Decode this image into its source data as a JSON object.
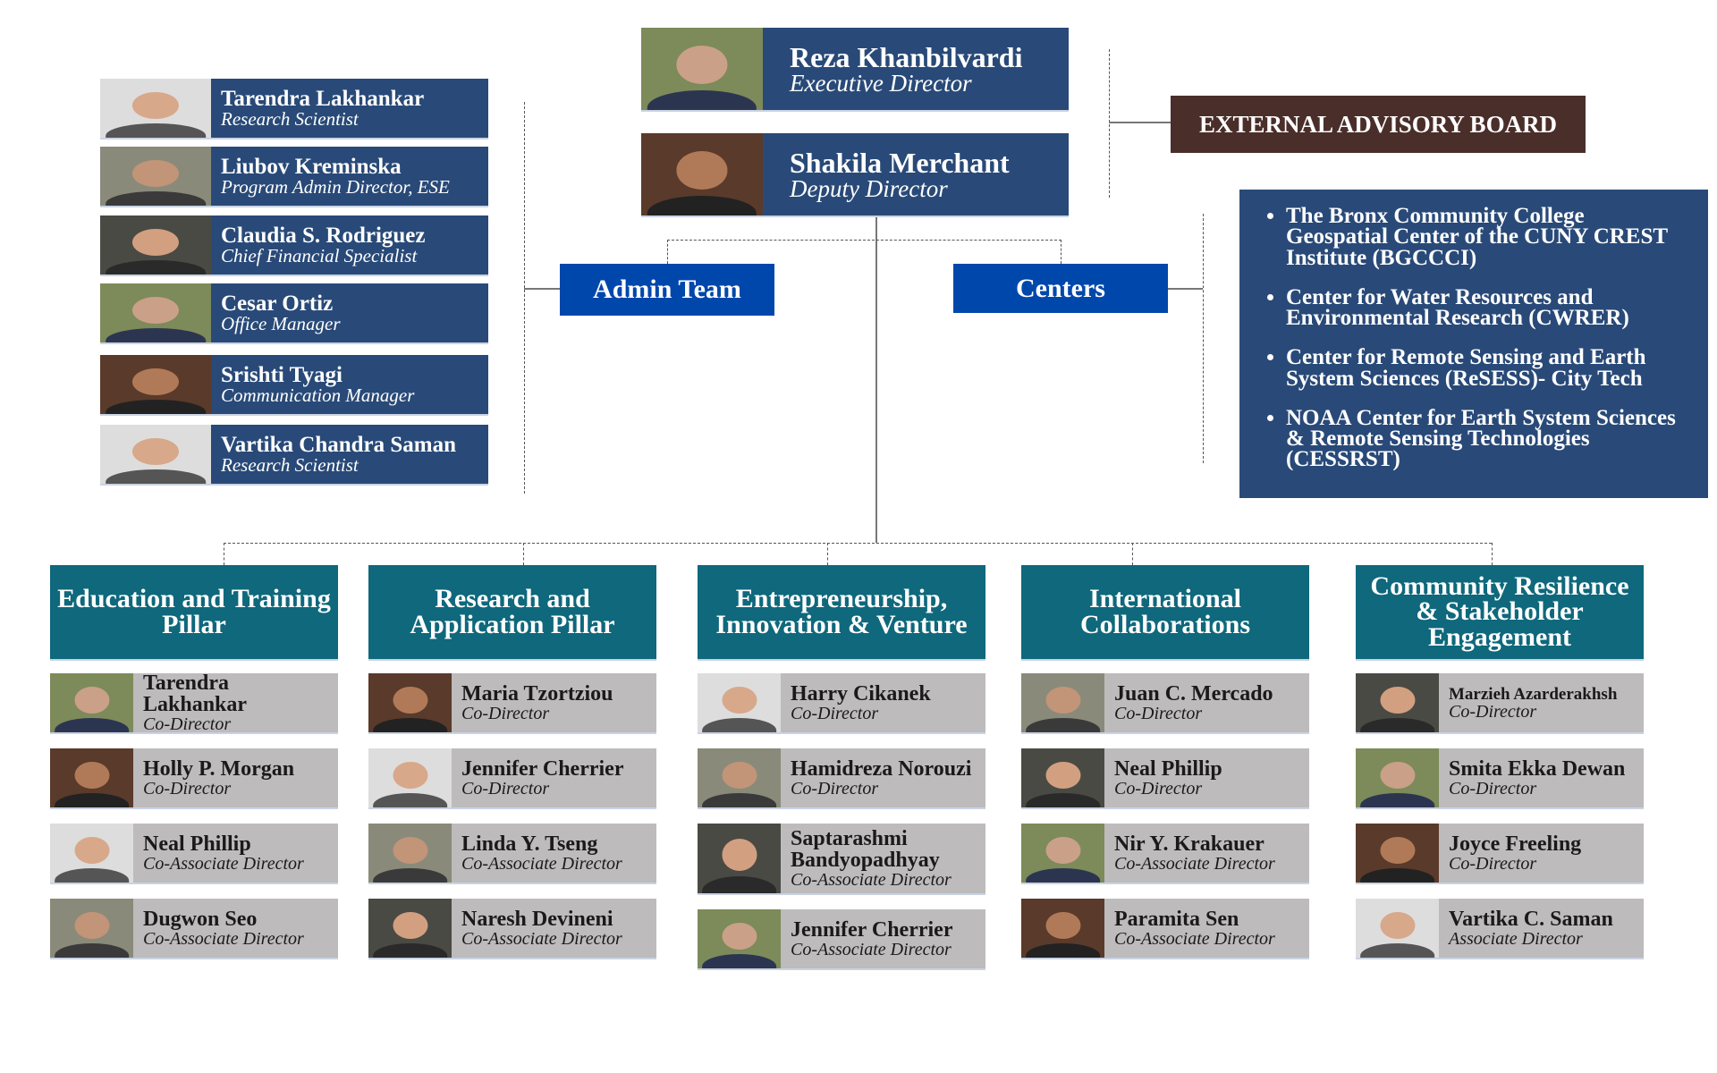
{
  "leadership": [
    {
      "name": "Reza Khanbilvardi",
      "role": "Executive Director"
    },
    {
      "name": "Shakila Merchant",
      "role": "Deputy Director"
    }
  ],
  "admin_staff": [
    {
      "name": "Tarendra Lakhankar",
      "role": "Research Scientist"
    },
    {
      "name": "Liubov Kreminska",
      "role": "Program Admin Director, ESE"
    },
    {
      "name": "Claudia S. Rodriguez",
      "role": "Chief Financial Specialist"
    },
    {
      "name": "Cesar Ortiz",
      "role": "Office Manager"
    },
    {
      "name": "Srishti Tyagi",
      "role": "Communication Manager"
    },
    {
      "name": "Vartika Chandra Saman",
      "role": "Research Scientist"
    }
  ],
  "admin_team_label": "Admin Team",
  "centers_label": "Centers",
  "advisory_board_label": "EXTERNAL ADVISORY BOARD",
  "centers": [
    "The Bronx Community College Geospatial Center of the CUNY CREST Institute (BGCCCI)",
    "Center for Water Resources and Environmental Research (CWRER)",
    "Center for Remote Sensing and Earth System Sciences (ReSESS)- City Tech",
    "NOAA Center for Earth System Sciences & Remote Sensing Technologies (CESSRST)"
  ],
  "pillars": [
    {
      "title": "Education and Training Pillar",
      "members": [
        {
          "name": "Tarendra Lakhankar",
          "role": "Co-Director"
        },
        {
          "name": "Holly P. Morgan",
          "role": "Co-Director"
        },
        {
          "name": "Neal Phillip",
          "role": "Co-Associate Director"
        },
        {
          "name": "Dugwon Seo",
          "role": "Co-Associate Director"
        }
      ]
    },
    {
      "title": "Research and Application Pillar",
      "members": [
        {
          "name": "Maria Tzortziou",
          "role": "Co-Director"
        },
        {
          "name": "Jennifer Cherrier",
          "role": "Co-Director"
        },
        {
          "name": "Linda Y. Tseng",
          "role": "Co-Associate Director"
        },
        {
          "name": "Naresh Devineni",
          "role": "Co-Associate Director"
        }
      ]
    },
    {
      "title": "Entrepreneurship, Innovation & Venture",
      "members": [
        {
          "name": "Harry Cikanek",
          "role": "Co-Director"
        },
        {
          "name": "Hamidreza Norouzi",
          "role": "Co-Director"
        },
        {
          "name": "Saptarashmi Bandyopadhyay",
          "role": "Co-Associate Director"
        },
        {
          "name": "Jennifer Cherrier",
          "role": "Co-Associate Director"
        }
      ]
    },
    {
      "title": "International Collaborations",
      "members": [
        {
          "name": "Juan C. Mercado",
          "role": "Co-Director"
        },
        {
          "name": "Neal Phillip",
          "role": "Co-Director"
        },
        {
          "name": "Nir Y. Krakauer",
          "role": "Co-Associate Director"
        },
        {
          "name": "Paramita Sen",
          "role": "Co-Associate Director"
        }
      ]
    },
    {
      "title": "Community Resilience & Stakeholder Engagement",
      "members": [
        {
          "name": "Marzieh Azarderakhsh",
          "role": "Co-Director"
        },
        {
          "name": "Smita Ekka Dewan",
          "role": "Co-Director"
        },
        {
          "name": "Joyce Freeling",
          "role": "Co-Director"
        },
        {
          "name": "Vartika C. Saman",
          "role": "Associate Director"
        }
      ]
    }
  ],
  "colors": {
    "navy": "#294a78",
    "admin_blue": "#0047ab",
    "teal": "#0f687c",
    "board": "#4a2e2a",
    "card_gray": "#bdbbbb"
  }
}
